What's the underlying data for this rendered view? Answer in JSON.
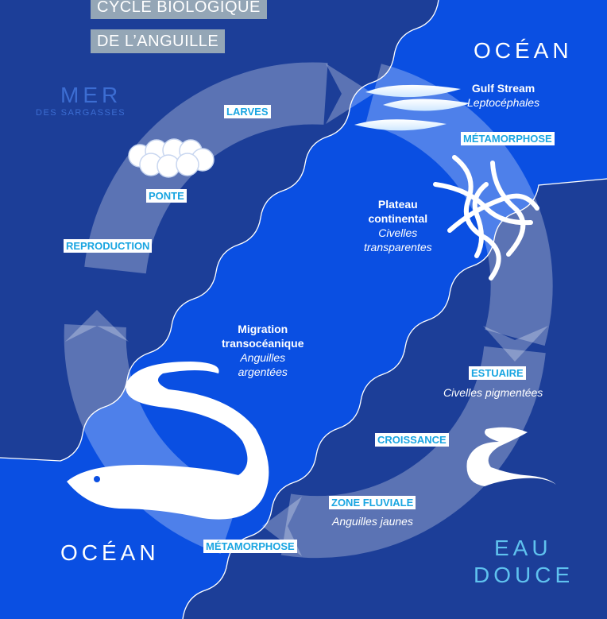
{
  "title": {
    "line1": "CYCLE BIOLOGIQUE",
    "line2": "DE L’ANGUILLE"
  },
  "regions": {
    "mer": "MER",
    "mer_sub": "DES SARGASSES",
    "ocean_top": "OCÉAN",
    "ocean_bottom": "OCÉAN",
    "eau": "EAU",
    "douce": "DOUCE"
  },
  "tags": {
    "larves": "LARVES",
    "ponte": "PONTE",
    "reproduction": "REPRODUCTION",
    "metamorphose_top": "MÉTAMORPHOSE",
    "estuaire": "ESTUAIRE",
    "croissance": "CROISSANCE",
    "zone_fluviale": "ZONE FLUVIALE",
    "metamorphose_bottom": "MÉTAMORPHOSE"
  },
  "stages": {
    "gulf": {
      "bold": "Gulf Stream",
      "italic": "Leptocéphales"
    },
    "plateau": {
      "bold1": "Plateau",
      "bold2": "continental",
      "italic1": "Civelles",
      "italic2": "transparentes"
    },
    "migration": {
      "bold1": "Migration",
      "bold2": "transocéanique",
      "italic1": "Anguilles",
      "italic2": "argentées"
    },
    "estuaire_desc": "Civelles pigmentées",
    "fluviale_desc": "Anguilles jaunes"
  },
  "colors": {
    "sea": "#1c3e98",
    "ocean": "#0a4fe2",
    "ring": "#5b83d6",
    "tag_text": "#19a5e1",
    "title_box": "#94a6b6"
  },
  "icons": [
    "egg-cluster-icon",
    "leptocephalus-larva-icon",
    "glass-eel-icon",
    "silver-eel-icon",
    "yellow-eel-icon",
    "cycle-arrow-icon"
  ]
}
